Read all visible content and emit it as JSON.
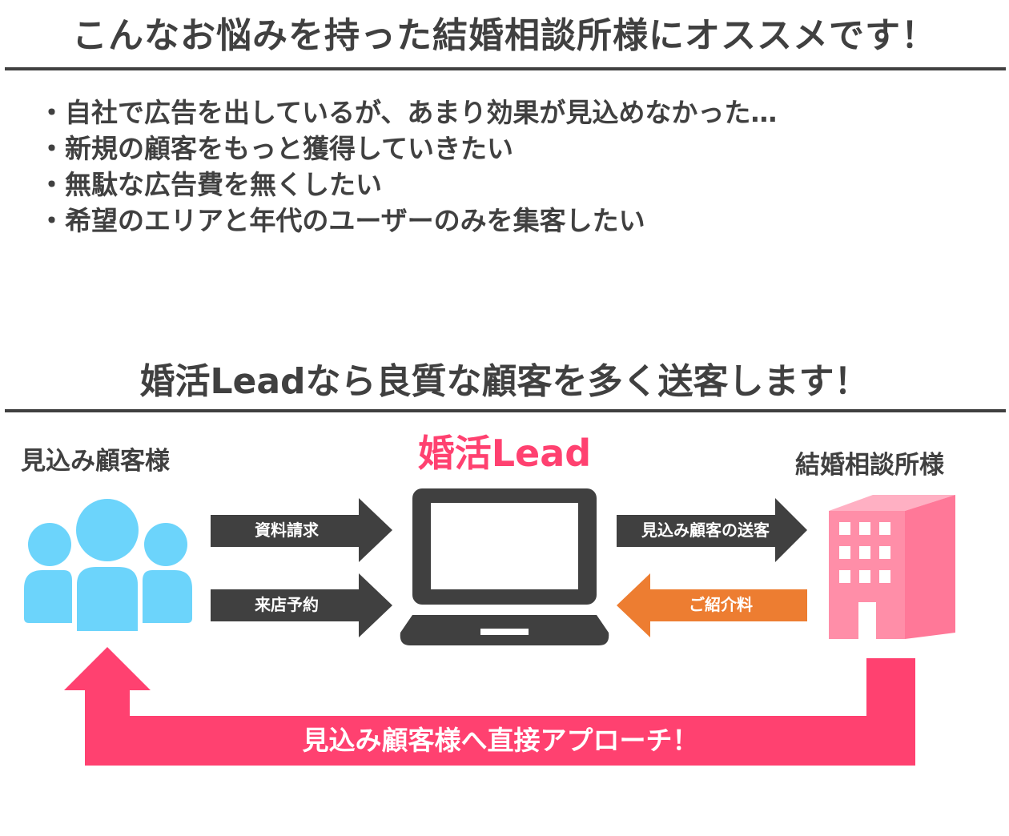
{
  "heading_top": "こんなお悩みを持った結婚相談所様にオススメです！",
  "bullets": [
    "・自社で広告を出しているが、あまり効果が見込めなかった…",
    "・新規の顧客をもっと獲得していきたい",
    "・無駄な広告費を無くしたい",
    "・希望のエリアと年代のユーザーのみを集客したい"
  ],
  "heading_bottom": "婚活Leadなら良質な顧客を多く送客します！",
  "diagram": {
    "left_label": "見込み顧客様",
    "center_label": "婚活Lead",
    "right_label": "結婚相談所様",
    "arrow_1": "資料請求",
    "arrow_2": "来店予約",
    "arrow_3": "見込み顧客の送客",
    "arrow_4": "ご紹介料",
    "loop_label": "見込み顧客様へ直接アプローチ！"
  },
  "colors": {
    "text_dark": "#404040",
    "accent_pink": "#ff4170",
    "people_blue": "#6cd4fb",
    "building_pink": "#ff8ea8",
    "fee_orange": "#ed7d31"
  }
}
